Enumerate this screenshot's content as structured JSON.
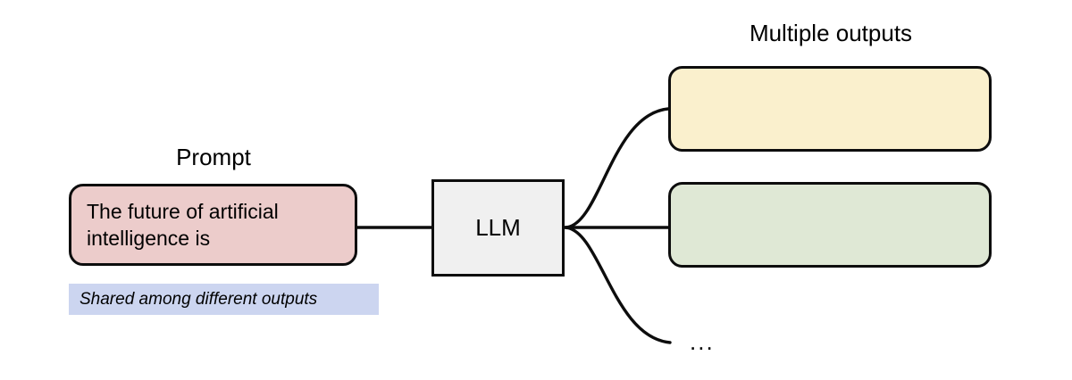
{
  "diagram": {
    "title_prompt": "Prompt",
    "title_outputs": "Multiple outputs",
    "prompt_node": {
      "text": "The future of artificial intelligence is",
      "fill": "#eccccb",
      "stroke": "#0d0d0d"
    },
    "shared_note": {
      "text": "Shared among different outputs",
      "fill": "#ccd5f0"
    },
    "model_node": {
      "label": "LLM",
      "fill": "#f0f0f0",
      "stroke": "#0d0d0d"
    },
    "outputs": [
      {
        "name": "output-1",
        "fill": "#faf0cd",
        "stroke": "#0d0d0d",
        "text": ""
      },
      {
        "name": "output-2",
        "fill": "#dfe8d5",
        "stroke": "#0d0d0d",
        "text": ""
      }
    ],
    "more_outputs_indicator": "...",
    "edges": {
      "stroke": "#0d0d0d",
      "count": 4
    }
  }
}
